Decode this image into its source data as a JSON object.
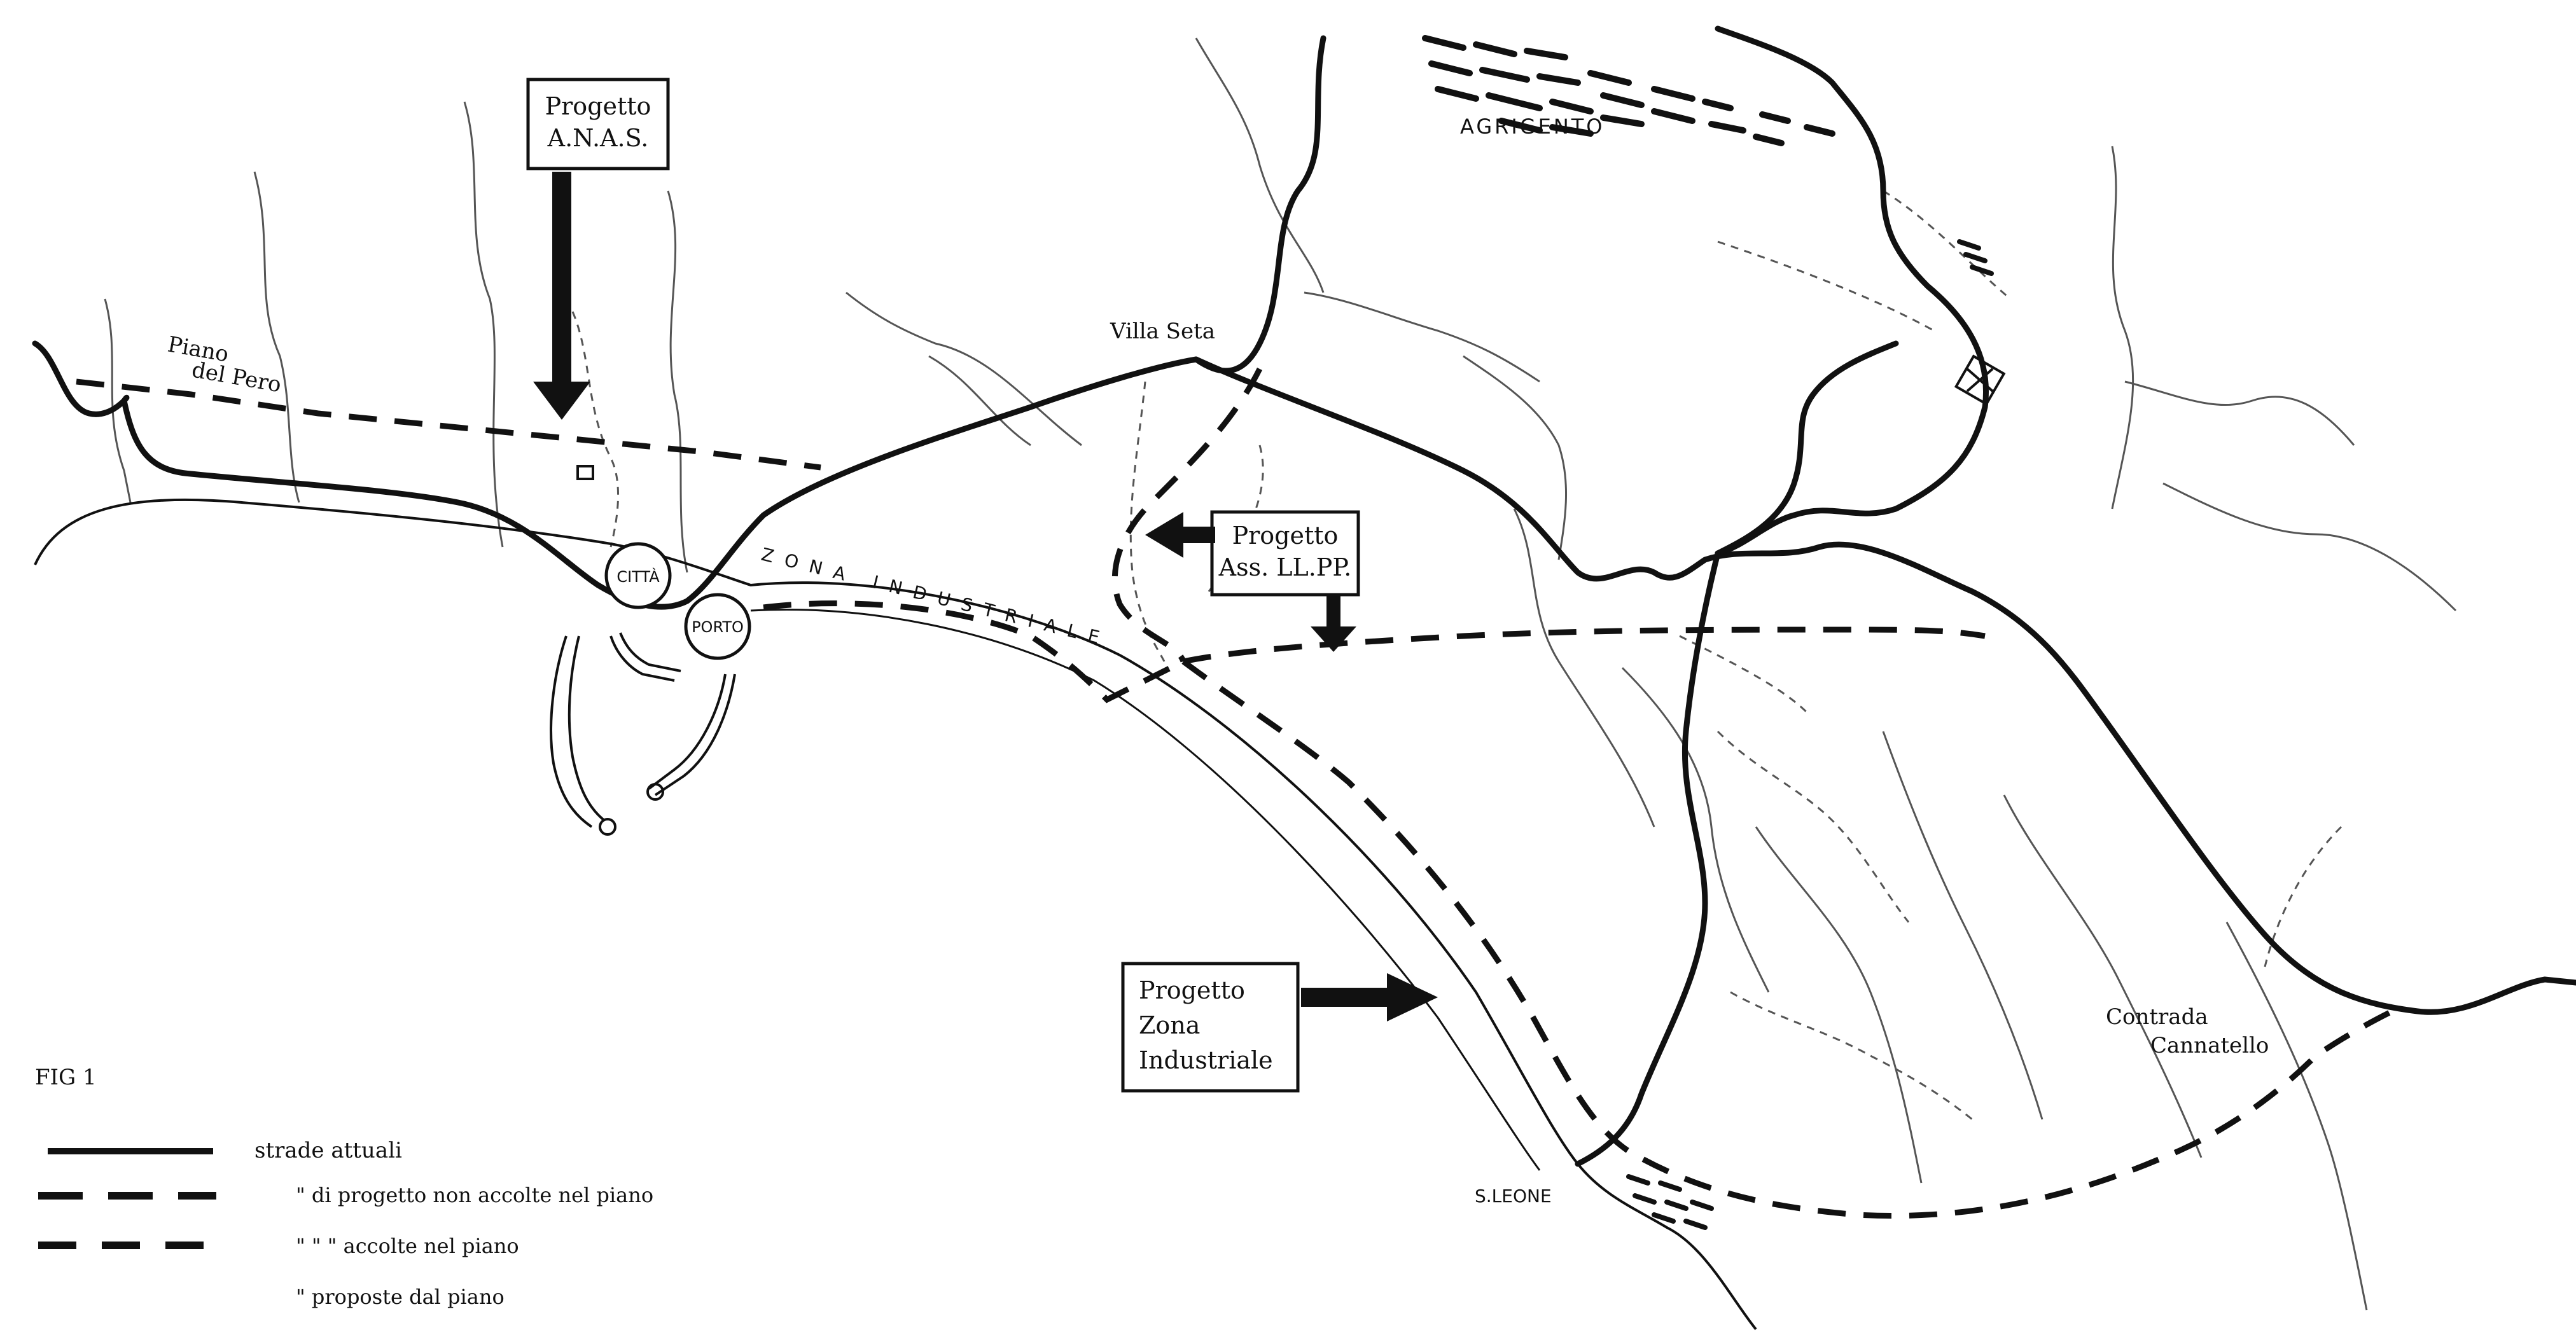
{
  "map": {
    "colors": {
      "ink": "#111111",
      "paper": "#ffffff",
      "thin": "#555555"
    },
    "places": {
      "agrigento": "AGRIGENTO",
      "villa_seta": "Villa Seta",
      "piano_line1": "Piano",
      "piano_line2": "del Pero",
      "citta": "CITTÀ",
      "porto": "PORTO",
      "zona_industriale": "ZONA   INDUSTRIALE",
      "s_leone": "S.LEONE",
      "contrada_line1": "Contrada",
      "contrada_line2": "Cannatello"
    },
    "callouts": {
      "anas": {
        "line1": "Progetto",
        "line2": "A.N.A.S."
      },
      "llpp": {
        "line1": "Progetto",
        "line2": "Ass. LL.PP."
      },
      "zona": {
        "line1": "Progetto",
        "line2": "Zona",
        "line3": "Industriale"
      }
    },
    "legend": {
      "fig": "FIG  1",
      "items": [
        {
          "style": "solid",
          "label": "strade  attuali"
        },
        {
          "style": "dash-long",
          "label": "\"        di progetto  non  accolte  nel  piano"
        },
        {
          "style": "dash-short",
          "label": "\"          \"         \"       accolte  nel  piano"
        },
        {
          "style": "none",
          "label": "\"      proposte  dal  piano"
        }
      ]
    }
  }
}
